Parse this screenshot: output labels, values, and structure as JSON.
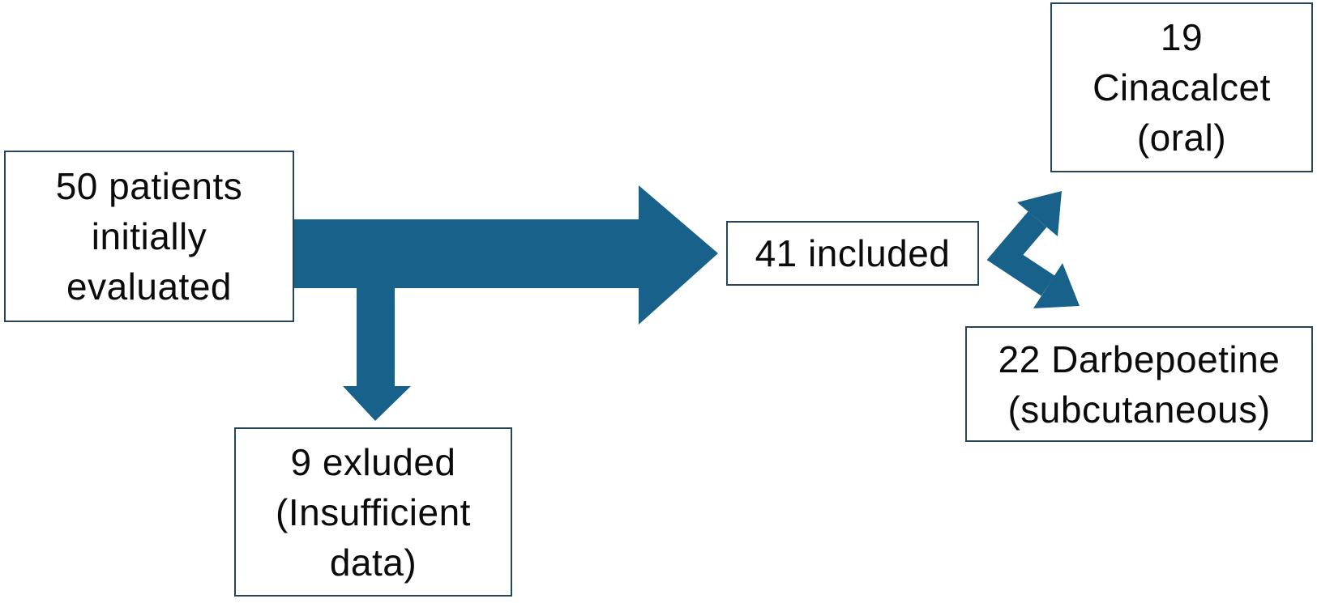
{
  "colors": {
    "arrow_fill": "#17618A",
    "box_border": "#24455A",
    "box_background": "#FFFFFF",
    "text": "#0B0B0B",
    "page_background": "#FFFFFF"
  },
  "boxes": {
    "initial": {
      "text": "50 patients\ninitially\nevaluated"
    },
    "included": {
      "text": "41 included"
    },
    "cinacalcet": {
      "text": "19\nCinacalcet\n(oral)"
    },
    "darbepoetine": {
      "text": "22 Darbepoetine\n(subcutaneous)"
    },
    "excluded": {
      "text": "9 exluded\n(Insufficient\ndata)"
    }
  },
  "arrows": {
    "main": {
      "name": "arrow-initial-to-included",
      "direction": "right"
    },
    "branch": {
      "name": "arrow-down-to-excluded",
      "direction": "down"
    },
    "split": {
      "name": "arrow-split-to-treatment-groups",
      "direction": "up-right and down-right"
    }
  }
}
